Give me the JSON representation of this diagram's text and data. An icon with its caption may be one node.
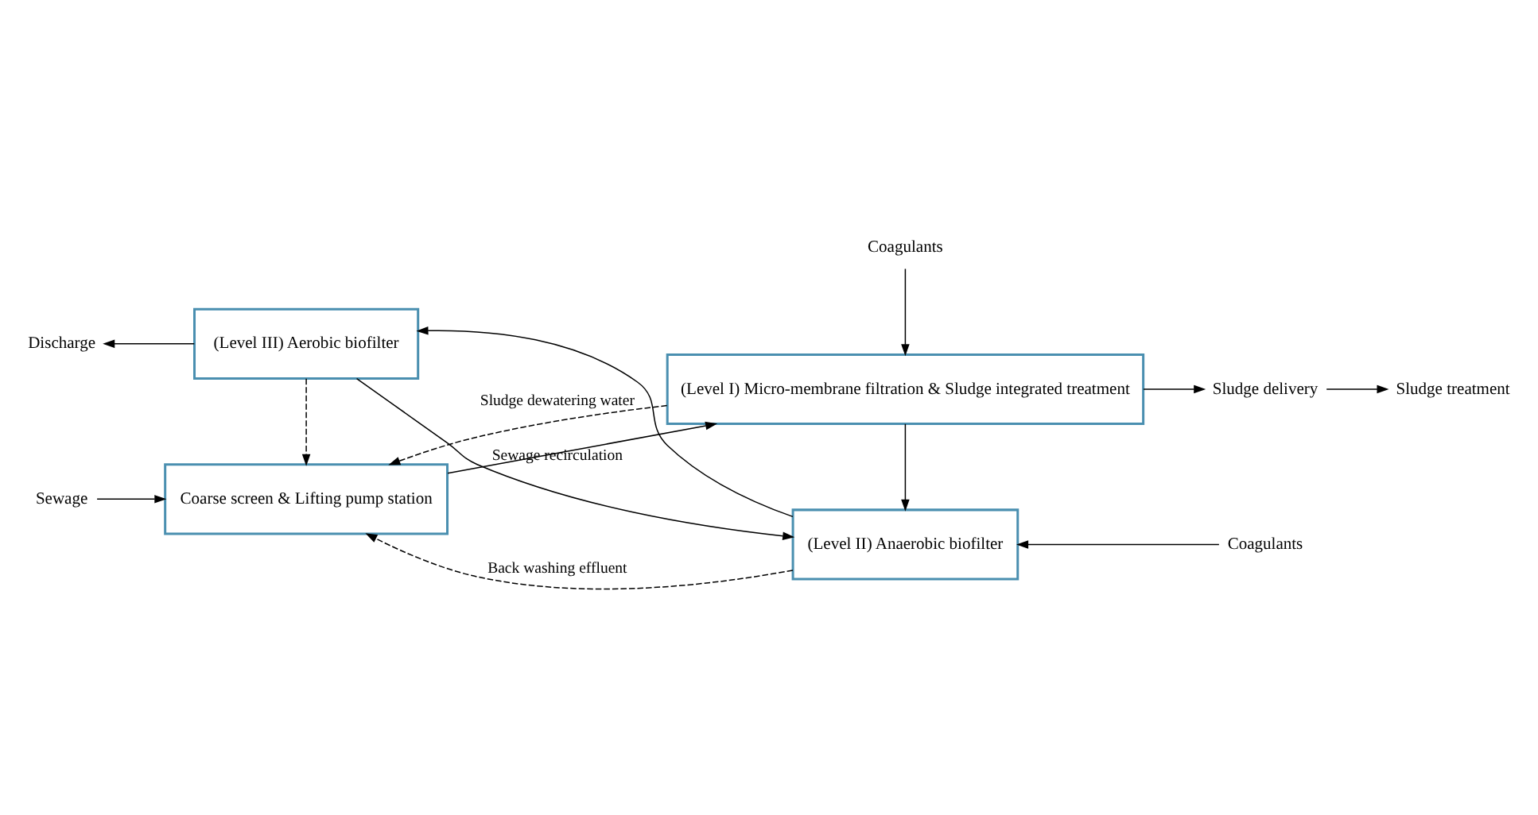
{
  "diagram": {
    "nodes": [
      {
        "text": [
          "Sewage"
        ]
      },
      {
        "text": [
          "Coarse screen & Lifting pump station"
        ]
      },
      {
        "text": [
          "Coagulants"
        ]
      },
      {
        "text": [
          "(Level I) Micro-membrane filtration & Sludge integrated treatment"
        ]
      },
      {
        "text": [
          "Sludge delivery"
        ]
      },
      {
        "text": [
          "Sludge treatment"
        ]
      },
      {
        "text": [
          "Coagulants"
        ]
      },
      {
        "text": [
          "(Level II) Anaerobic biofilter"
        ]
      },
      {
        "text": [
          "(Level III) Aerobic biofilter"
        ]
      },
      {
        "text": [
          "Discharge"
        ]
      }
    ],
    "edges": [
      {
        "from": 0,
        "to": 1,
        "arrow": "to"
      },
      {
        "from": 2,
        "to": 3,
        "arrow": "to"
      },
      {
        "from": 1,
        "to": 3,
        "arrow": "to"
      },
      {
        "from": 3,
        "to": 4,
        "arrow": "to"
      },
      {
        "from": 4,
        "to": 5,
        "arrow": "to"
      },
      {
        "from": 3,
        "to": 7,
        "arrow": "to"
      },
      {
        "from": 6,
        "to": 7,
        "arrow": "to"
      },
      {
        "from": 3,
        "to": 1,
        "arrow": "to",
        "label": "Sludge dewatering water",
        "style": "dashed"
      },
      {
        "from": 7,
        "to": 1,
        "arrow": "to",
        "label": "Back washing effluent",
        "style": "dashed"
      },
      {
        "from": 8,
        "to": 1,
        "arrow": "to",
        "style": "dashed"
      },
      {
        "from": 7,
        "to": 8,
        "arrow": "to"
      },
      {
        "from": 8,
        "to": 9,
        "arrow": "to"
      },
      {
        "from": 8,
        "to": 7,
        "arrow": "to",
        "label": "Sewage recirculation"
      }
    ]
  }
}
